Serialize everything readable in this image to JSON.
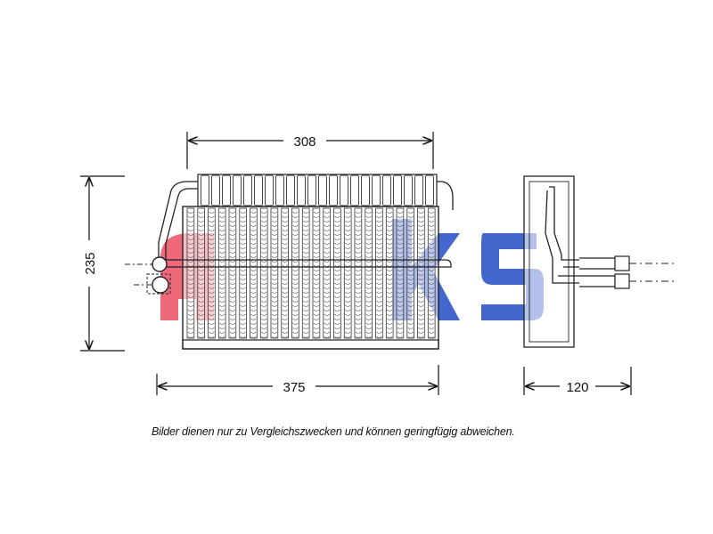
{
  "diagram": {
    "dimensions": {
      "top_width": "308",
      "height": "235",
      "bottom_width": "375",
      "depth": "120"
    },
    "watermark": {
      "text": "aks",
      "colors": [
        "#e8485c",
        "#2f56c8"
      ]
    },
    "caption": "Bilder dienen nur zu Vergleichszwecken und können geringfügig abweichen."
  }
}
